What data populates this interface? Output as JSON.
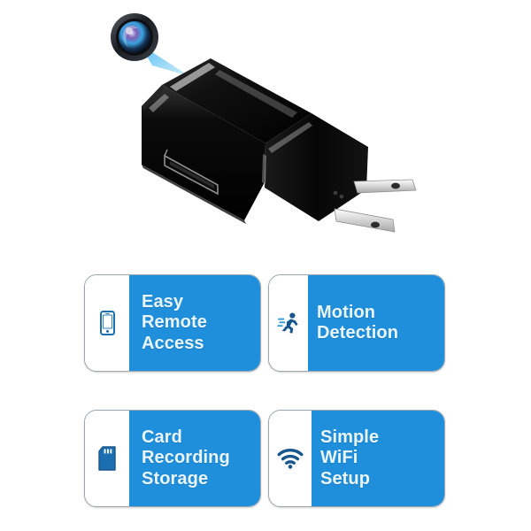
{
  "page": {
    "background_color": "#ffffff",
    "accent_blue": "#1f8fdc",
    "icon_blue": "#1b6fb0",
    "card_border_color": "#9aa7b0",
    "text_color": "#eaf6fd"
  },
  "hero": {
    "product_name": "black-usb-wall-charger",
    "product_color": "#0c0c0c",
    "callout": {
      "name": "camera-lens-callout",
      "lens_colors": [
        "#2b2f3a",
        "#7d5fb0",
        "#2ea8e6",
        "#0b0b10"
      ],
      "beam_color": "#2ea8e6"
    },
    "parts": [
      "usb-port",
      "plug-prong-left",
      "plug-prong-right",
      "charger-body"
    ]
  },
  "features": {
    "cards": [
      {
        "icon": "smartphone-icon",
        "lines": [
          "Easy",
          "Remote",
          "Access"
        ]
      },
      {
        "icon": "running-person-icon",
        "lines": [
          "Motion",
          "Detection"
        ]
      },
      {
        "icon": "sd-card-icon",
        "lines": [
          "Card",
          "Recording",
          "Storage"
        ]
      },
      {
        "icon": "wifi-icon",
        "lines": [
          "Simple",
          "WiFi",
          "Setup"
        ]
      }
    ]
  }
}
